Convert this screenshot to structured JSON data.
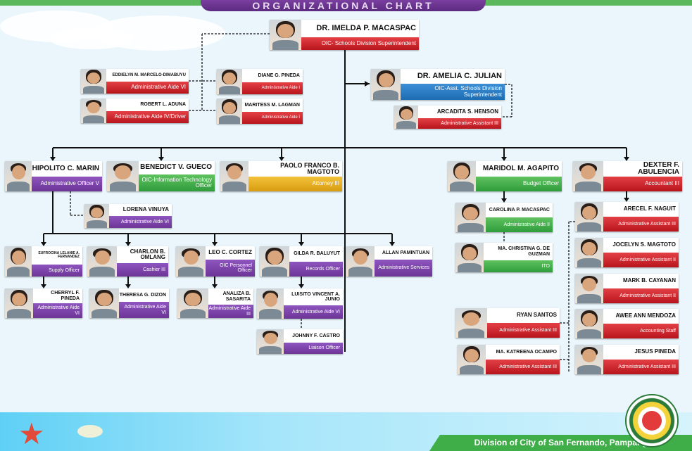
{
  "header": {
    "title": "ORGANIZATIONAL CHART"
  },
  "footer": {
    "text": "Division of City of San Fernando, Pampanga"
  },
  "colors": {
    "red": "#c8222a",
    "purple": "#7b43a8",
    "green": "#3aa747",
    "yellow": "#e8ad1d",
    "blue": "#2a7cc4"
  },
  "people": [
    {
      "key": "macaspac",
      "name": "DR. IMELDA P. MACASPAC",
      "title": "OIC- Schools Division Superintendent",
      "color": "red",
      "photo": "female"
    },
    {
      "key": "julian",
      "name": "DR. AMELIA C. JULIAN",
      "title": "OIC-Asst. Schools Division Superintendent",
      "color": "blue",
      "photo": "female"
    },
    {
      "key": "henson",
      "name": "ARCADITA S. HENSON",
      "title": "Administrative Assistant III",
      "color": "red",
      "photo": "female"
    },
    {
      "key": "dimabuyu",
      "name": "EDDIELYN M. MARCELO-DIMABUYU",
      "title": "Administrative Aide VI",
      "color": "red",
      "photo": "female"
    },
    {
      "key": "aduna",
      "name": "ROBERT L. ADUNA",
      "title": "Administrative Aide IV/Driver",
      "color": "red",
      "photo": "male"
    },
    {
      "key": "pineda_d",
      "name": "DIANE G. PINEDA",
      "title": "Administrative Aide I",
      "color": "red",
      "photo": "female"
    },
    {
      "key": "lagman",
      "name": "MARITESS M. LAGMAN",
      "title": "Administrative Aide I",
      "color": "red",
      "photo": "female"
    },
    {
      "key": "marin",
      "name": "HIPOLITO C. MARIN",
      "title": "Administrative Officer V",
      "color": "purple",
      "photo": "male"
    },
    {
      "key": "gueco",
      "name": "BENEDICT V. GUECO",
      "title": "OIC-Information Technology Officer",
      "color": "green",
      "photo": "male"
    },
    {
      "key": "magtoto_p",
      "name": "PAOLO FRANCO B. MAGTOTO",
      "title": "Attorney III",
      "color": "yellow",
      "photo": "male"
    },
    {
      "key": "agapito",
      "name": "MARIDOL M. AGAPITO",
      "title": "Budget Officer",
      "color": "green",
      "photo": "female"
    },
    {
      "key": "abulencia",
      "name": "DEXTER F. ABULENCIA",
      "title": "Accountant III",
      "color": "red",
      "photo": "male"
    },
    {
      "key": "vinuya",
      "name": "LORENA VINUYA",
      "title": "Administrative Aide VI",
      "color": "purple",
      "photo": "female"
    },
    {
      "key": "fernandez",
      "name": "EUFROCINA LELANIE A. FERNANDEZ",
      "title": "Supply Officer",
      "color": "purple",
      "photo": "female"
    },
    {
      "key": "omlang",
      "name": "CHARLON B. OMLANG",
      "title": "Cashier III",
      "color": "purple",
      "photo": "male"
    },
    {
      "key": "cortez",
      "name": "LEO C. CORTEZ",
      "title": "OIC Personnel Officer",
      "color": "purple",
      "photo": "male"
    },
    {
      "key": "baluyut",
      "name": "GILDA R. BALUYUT",
      "title": "Records Officer",
      "color": "purple",
      "photo": "female"
    },
    {
      "key": "pamintuan",
      "name": "ALLAN PAMINTUAN",
      "title": "Administrative Services",
      "color": "purple",
      "photo": "male"
    },
    {
      "key": "pineda_c",
      "name": "CHERRYL F. PINEDA",
      "title": "Administrative Aide VI",
      "color": "purple",
      "photo": "female"
    },
    {
      "key": "dizon",
      "name": "THERESA G. DIZON",
      "title": "Administrative Aide VI",
      "color": "purple",
      "photo": "female"
    },
    {
      "key": "sasarita",
      "name": "ANALIZA B. SASARITA",
      "title": "Administrative Aide III",
      "color": "purple",
      "photo": "female"
    },
    {
      "key": "junio",
      "name": "LUISITO VINCENT A. JUNIO",
      "title": "Administrative Aide VI",
      "color": "purple",
      "photo": "male"
    },
    {
      "key": "castro",
      "name": "JOHNNY F. CASTRO",
      "title": "Liaison Officer",
      "color": "purple",
      "photo": "male"
    },
    {
      "key": "macaspac_c",
      "name": "CAROLINA P. MACASPAC",
      "title": "Administrative Aide II",
      "color": "green",
      "photo": "female"
    },
    {
      "key": "guzman",
      "name": "MA. CHRISTINA G. DE GUZMAN",
      "title": "ITO",
      "color": "green",
      "photo": "female"
    },
    {
      "key": "santos",
      "name": "RYAN SANTOS",
      "title": "Administrative Assistant III",
      "color": "red",
      "photo": "male"
    },
    {
      "key": "ocampo",
      "name": "MA. KATREENA OCAMPO",
      "title": "Administrative Assistant III",
      "color": "red",
      "photo": "female"
    },
    {
      "key": "naguit",
      "name": "ARECEL F. NAGUIT",
      "title": "Administrative Assistant III",
      "color": "red",
      "photo": "female"
    },
    {
      "key": "magtoto_j",
      "name": "JOCELYN S. MAGTOTO",
      "title": "Administrative Assistant II",
      "color": "red",
      "photo": "female"
    },
    {
      "key": "cayanan",
      "name": "MARK B. CAYANAN",
      "title": "Administrative Assistant II",
      "color": "red",
      "photo": "male"
    },
    {
      "key": "mendoza",
      "name": "AWEE ANN MENDOZA",
      "title": "Accounting Staff",
      "color": "red",
      "photo": "female"
    },
    {
      "key": "pineda_j",
      "name": "JESUS PINEDA",
      "title": "Administrative Assistant III",
      "color": "red",
      "photo": "male"
    }
  ]
}
